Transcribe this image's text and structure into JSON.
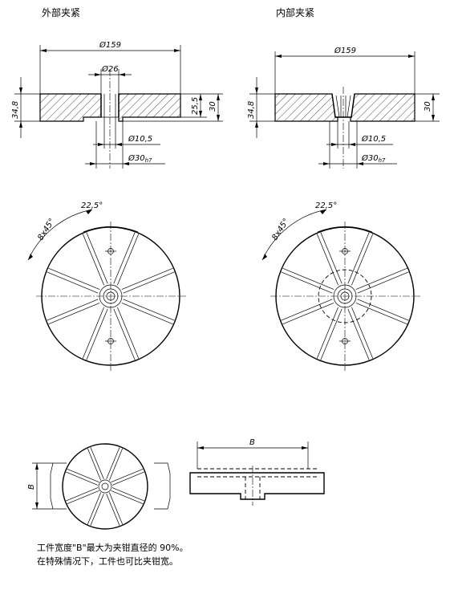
{
  "titles": {
    "external": "外部夹紧",
    "internal": "内部夹紧"
  },
  "dims": {
    "d159": "Ø159",
    "d26": "Ø26",
    "d10_5": "Ø10,5",
    "d30": "Ø30",
    "h7": "h7",
    "h34_8": "34,8",
    "h25_5": "25,5",
    "h30": "30",
    "ang22_5": "22,5°",
    "ang8x45": "8x45°",
    "B": "B"
  },
  "notes": {
    "line1": "工件宽度\"B\"最大为夹钳直径的 90%。",
    "line2": "在特殊情况下，工件也可比夹钳宽。"
  }
}
